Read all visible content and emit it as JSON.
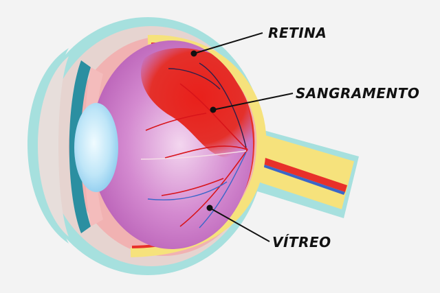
{
  "labels": {
    "retina": "RETINA",
    "bleeding": "SANGRAMENTO",
    "vitreous": "VÍTREO"
  },
  "colors": {
    "background": "#f3f3f3",
    "sclera_outer": "#a6e0de",
    "retina_red": "#e8302a",
    "retina_yellow": "#f6e27c",
    "vitreous": "#c974c6",
    "hemorrhage": "#e01d1d",
    "lens": "#a9d8f2",
    "cornea": "#e6e0dc",
    "vein": "#3a66c9"
  }
}
